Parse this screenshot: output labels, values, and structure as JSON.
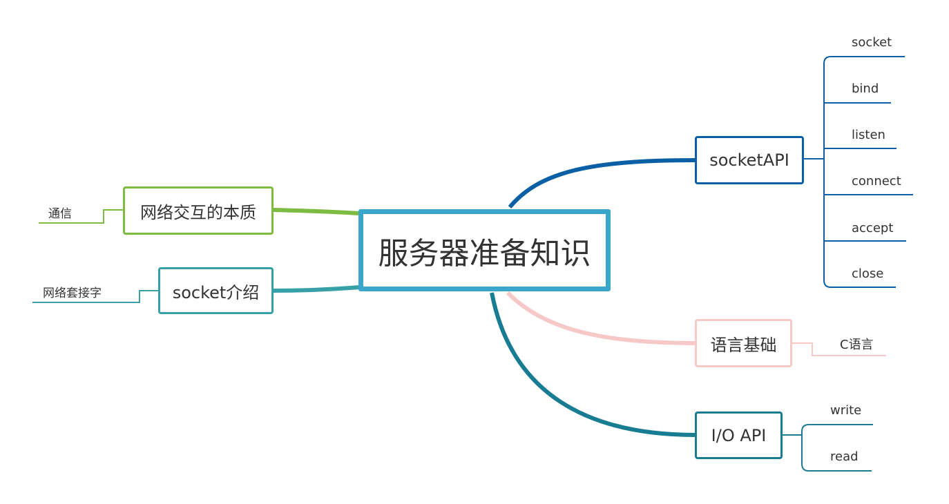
{
  "colors": {
    "central": "#3aa6cc",
    "green": "#7dbb42",
    "teal": "#36a0a6",
    "blue": "#0b5fa5",
    "pink": "#f6c8c8",
    "darkteal": "#187c93"
  },
  "central": {
    "label": "服务器准备知识"
  },
  "branches": {
    "nature": {
      "label": "网络交互的本质",
      "child": "通信"
    },
    "socket_intro": {
      "label": "socket介绍",
      "child": "网络套接字"
    },
    "socket_api": {
      "label": "socketAPI",
      "children": [
        "socket",
        "bind",
        "listen",
        "connect",
        "accept",
        "close"
      ]
    },
    "lang": {
      "label": "语言基础",
      "child": "C语言"
    },
    "io_api": {
      "label": "I/O API",
      "children": [
        "write",
        "read"
      ]
    }
  }
}
